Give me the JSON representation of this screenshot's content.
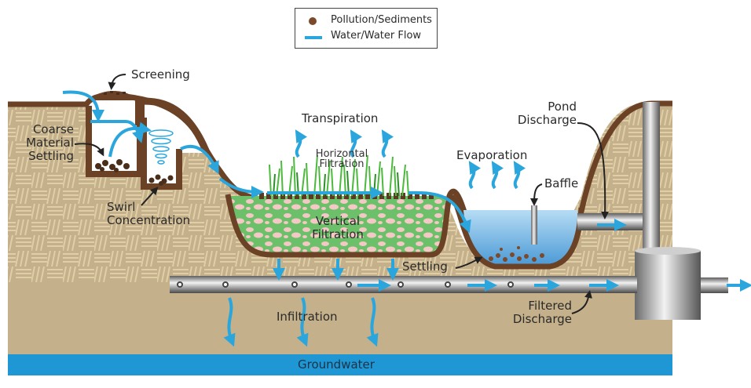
{
  "legend": {
    "items": [
      {
        "label": "Pollution/Sediments",
        "icon": "sediment-dot-icon"
      },
      {
        "label": "Water/Water Flow",
        "icon": "water-line-icon"
      }
    ]
  },
  "labels": {
    "screening": "Screening",
    "coarse": [
      "Coarse",
      "Material",
      "Settling"
    ],
    "swirl": [
      "Swirl",
      "Concentration"
    ],
    "transpiration": "Transpiration",
    "horizontal": [
      "Horizontal",
      "Filtration"
    ],
    "vertical": [
      "Vertical",
      "Filtration"
    ],
    "evaporation": "Evaporation",
    "baffle": "Baffle",
    "pond_discharge": [
      "Pond",
      "Discharge"
    ],
    "settling": "Settling",
    "infiltration": "Infiltration",
    "filtered_discharge": [
      "Filtered",
      "Discharge"
    ],
    "groundwater": "Groundwater"
  },
  "colors": {
    "soil": "#c4b08a",
    "soil_hatch": "#e0cfa6",
    "earth_outline": "#6b4226",
    "water": "#2aa6dc",
    "groundwater": "#1f97d4",
    "pond": "#8cc4ea",
    "grass": "#4cba3c",
    "media_green": "#6cc06a",
    "media_pink": "#f4c8c4",
    "pipe": "#a8a8a8"
  }
}
